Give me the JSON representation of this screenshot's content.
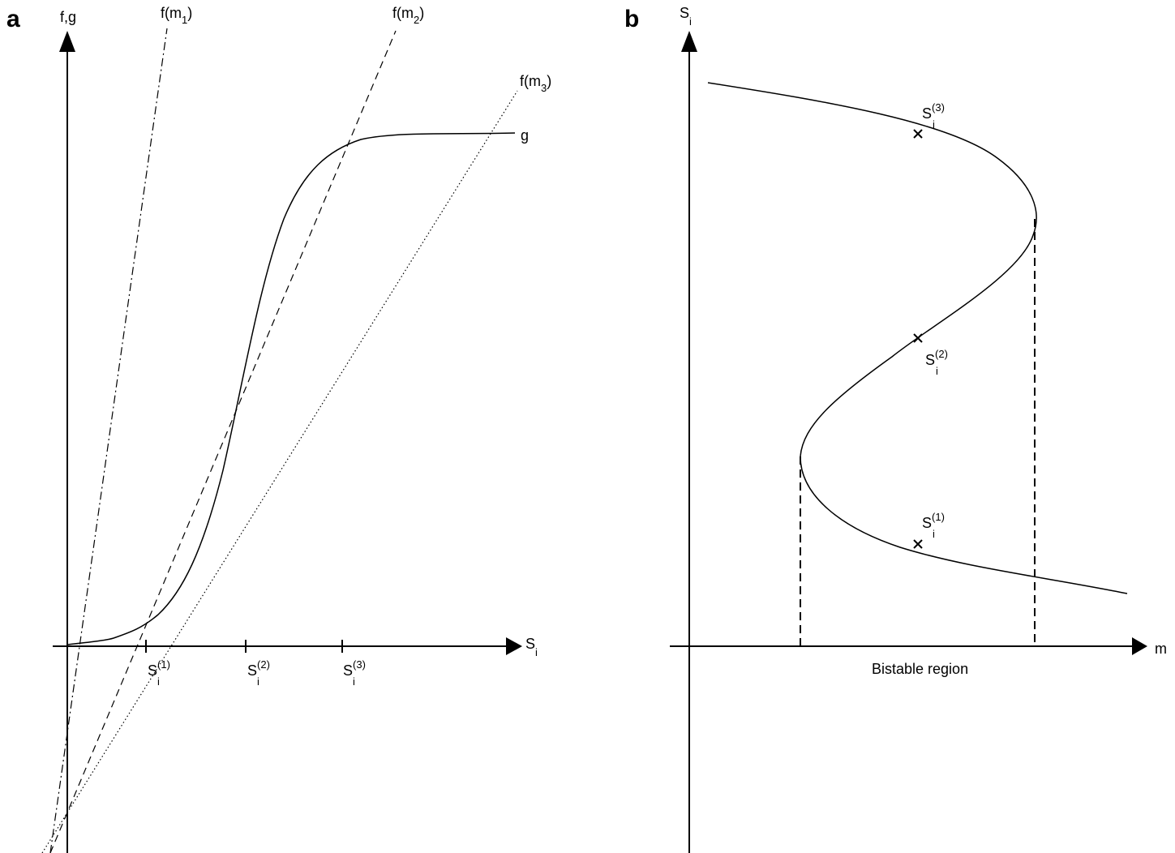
{
  "panel_a": {
    "letter": "a",
    "y_axis_label": "f,g",
    "x_axis_label_base": "S",
    "x_axis_label_sub": "i",
    "curve_g_label": "g",
    "line_labels": [
      {
        "base": "f(m",
        "sub": "1",
        "close": ")"
      },
      {
        "base": "f(m",
        "sub": "2",
        "close": ")"
      },
      {
        "base": "f(m",
        "sub": "3",
        "close": ")"
      }
    ],
    "tick_labels": [
      {
        "base": "S",
        "sub": "i",
        "sup": "(1)"
      },
      {
        "base": "S",
        "sub": "i",
        "sup": "(2)"
      },
      {
        "base": "S",
        "sub": "i",
        "sup": "(3)"
      }
    ]
  },
  "panel_b": {
    "letter": "b",
    "y_axis_label_base": "S",
    "y_axis_label_sub": "i",
    "x_axis_label": "m",
    "region_label": "Bistable region",
    "point_labels": [
      {
        "base": "S",
        "sub": "i",
        "sup": "(3)"
      },
      {
        "base": "S",
        "sub": "i",
        "sup": "(2)"
      },
      {
        "base": "S",
        "sub": "i",
        "sup": "(1)"
      }
    ]
  }
}
